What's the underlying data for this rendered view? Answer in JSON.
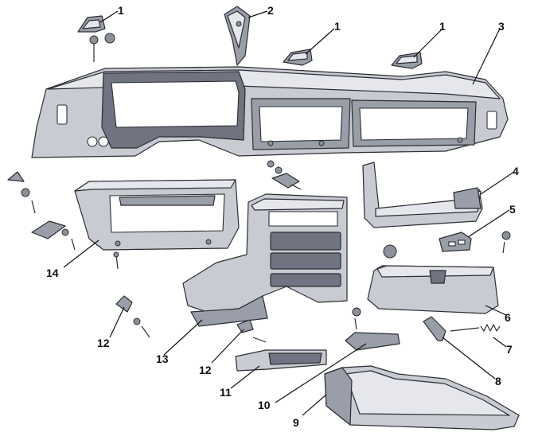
{
  "callouts": [
    {
      "id": "c1a",
      "label": "1"
    },
    {
      "id": "c2",
      "label": "2"
    },
    {
      "id": "c1b",
      "label": "1"
    },
    {
      "id": "c1c",
      "label": "1"
    },
    {
      "id": "c3",
      "label": "3"
    },
    {
      "id": "c4",
      "label": "4"
    },
    {
      "id": "c5",
      "label": "5"
    },
    {
      "id": "c6",
      "label": "6"
    },
    {
      "id": "c7",
      "label": "7"
    },
    {
      "id": "c8",
      "label": "8"
    },
    {
      "id": "c9",
      "label": "9"
    },
    {
      "id": "c10",
      "label": "10"
    },
    {
      "id": "c11",
      "label": "11"
    },
    {
      "id": "c12a",
      "label": "12"
    },
    {
      "id": "c12b",
      "label": "12"
    },
    {
      "id": "c13",
      "label": "13"
    },
    {
      "id": "c14",
      "label": "14"
    }
  ],
  "colors": {
    "outline": "#2a2d33",
    "panel_light": "#c9cbd2",
    "panel_mid": "#9a9ea8",
    "panel_dark": "#6f7480",
    "background": "#ffffff"
  }
}
